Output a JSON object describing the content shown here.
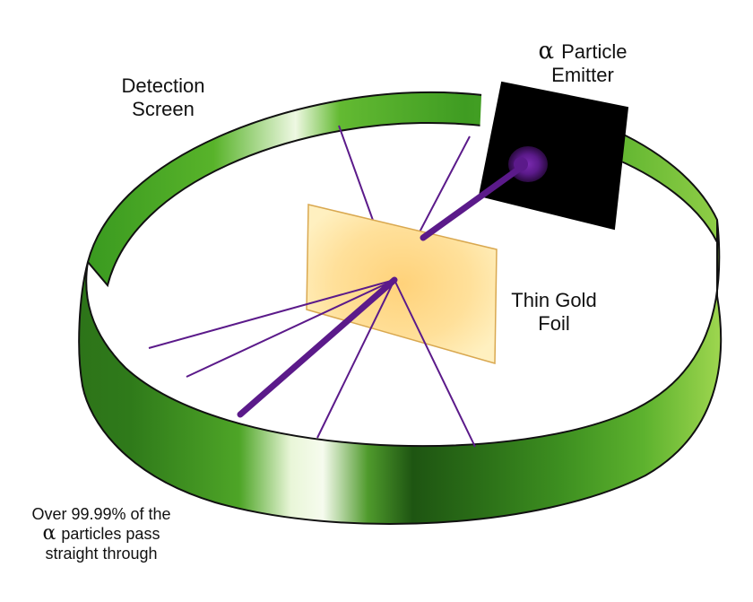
{
  "labels": {
    "detection_screen": [
      "Detection",
      "Screen"
    ],
    "emitter_symbol": "α",
    "emitter_line1": "Particle",
    "emitter_line2": "Emitter",
    "foil": [
      "Thin Gold",
      "Foil"
    ],
    "note_line1": "Over 99.99% of the",
    "note_symbol": "α",
    "note_line2": "particles pass",
    "note_line3": "straight through"
  },
  "colors": {
    "ring_dark": "#1f5a12",
    "ring_mid": "#3f9a22",
    "ring_light": "#8fd04a",
    "ring_highlight": "#f4fbe8",
    "foil_center": "#ffd27a",
    "foil_edge": "#fff0b8",
    "emitter_box": "#000000",
    "particle_beam": "#5b1a8a"
  },
  "icons": [
    "alpha-particle-emitter-box",
    "gold-foil-sheet",
    "detection-screen-ring"
  ]
}
